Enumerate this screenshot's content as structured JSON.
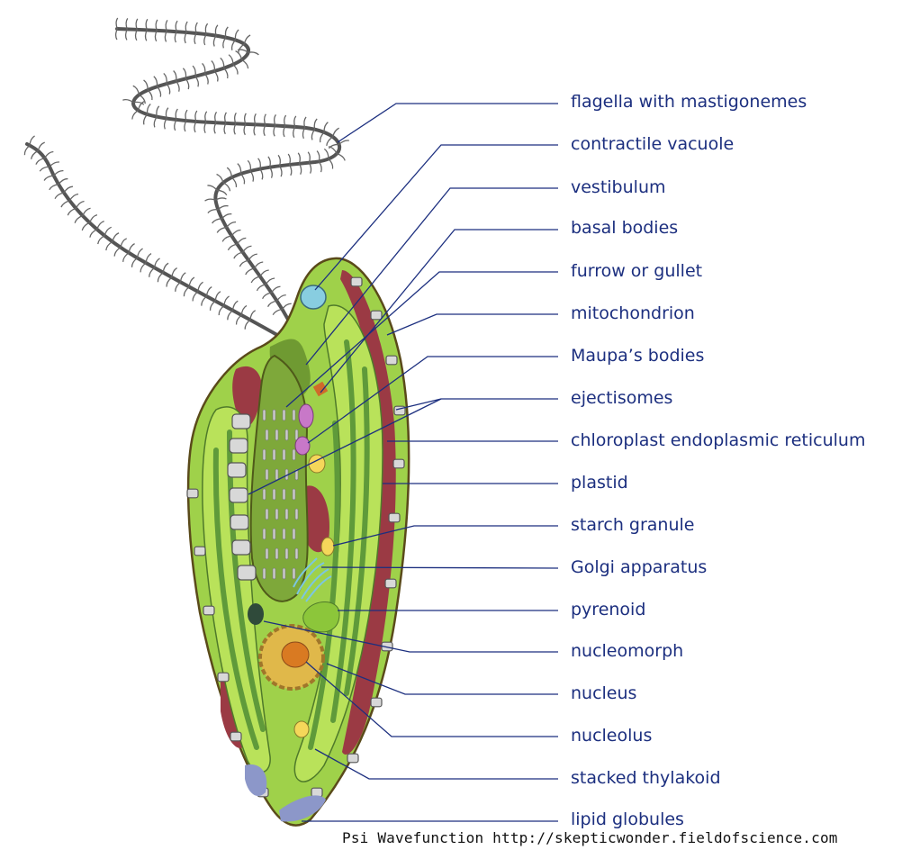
{
  "labels": [
    "flagella with mastigonemes",
    "contractile vacuole",
    "vestibulum",
    "basal bodies",
    "furrow or gullet",
    "mitochondrion",
    "Maupa’s bodies",
    "ejectisomes",
    "chloroplast endoplasmic reticulum",
    "plastid",
    "starch granule",
    "Golgi apparatus",
    "pyrenoid",
    "nucleomorph",
    "nucleus",
    "nucleolus",
    "stacked thylakoid",
    "lipid globules"
  ],
  "credit": "Psi Wavefunction http://skepticwonder.fieldofscience.com",
  "colors": {
    "label_text": "#1c2f7f",
    "leader_line": "#1c2f7f",
    "cytoplasm": "#9fd14a",
    "plastid": "#b9e25a",
    "thylakoid": "#5f9a3a",
    "mitochondrion": "#9b3a44",
    "vacuole": "#88cde0",
    "nucleus": "#e0b84a",
    "nucleolus": "#d97a22",
    "lipid": "#8c97c9",
    "flagella": "#555555"
  }
}
